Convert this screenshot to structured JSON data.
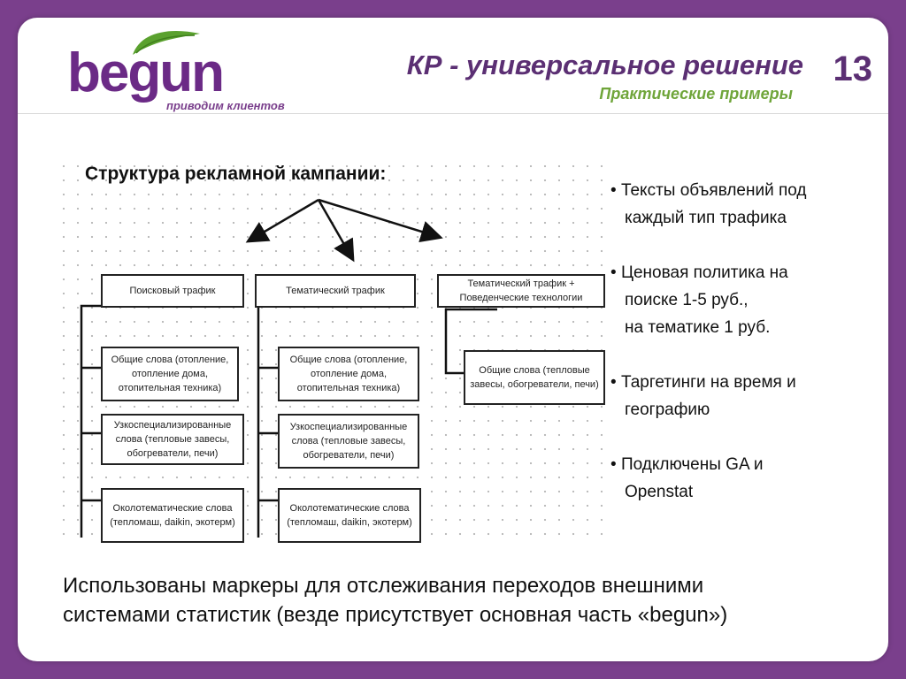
{
  "logo": {
    "word": "begun",
    "tagline": "приводим клиентов"
  },
  "header": {
    "title": "КР - универсальное решение",
    "subtitle": "Практические примеры",
    "page_number": "13"
  },
  "diagram": {
    "title": "Структура рекламной кампании:",
    "columns": [
      {
        "head": "Поисковый трафик",
        "items": [
          "Общие слова (отопление, отопление дома, отопительная техника)",
          "Узкоспециализированные слова (тепловые завесы, обогреватели, печи)",
          "Околотематические слова (тепломаш, daikin, экотерм)"
        ]
      },
      {
        "head": "Тематический трафик",
        "items": [
          "Общие слова (отопление, отопление дома, отопительная техника)",
          "Узкоспециализированные слова (тепловые завесы, обогреватели, печи)",
          "Околотематические слова (тепломаш, daikin, экотерм)"
        ]
      },
      {
        "head": "Тематический трафик + Поведенческие технологии",
        "items": [
          "Общие слова (тепловые завесы, обогреватели, печи)"
        ]
      }
    ]
  },
  "bullets": [
    [
      "Тексты объявлений под",
      "каждый тип трафика"
    ],
    [
      "Ценовая политика на",
      "поиске 1-5 руб.,",
      "на тематике  1 руб."
    ],
    [
      "Таргетинги на время и",
      "географию"
    ],
    [
      "Подключены GA и",
      "Openstat"
    ]
  ],
  "footer": {
    "line1": "Использованы маркеры для отслеживания переходов внешними",
    "line2": "системами статистик (везде присутствует основная часть «begun»)"
  },
  "colors": {
    "background": "#7a3f8c",
    "title": "#5b2f73",
    "subtitle": "#6fa53a",
    "logo_leaf": "#5aa12e"
  }
}
